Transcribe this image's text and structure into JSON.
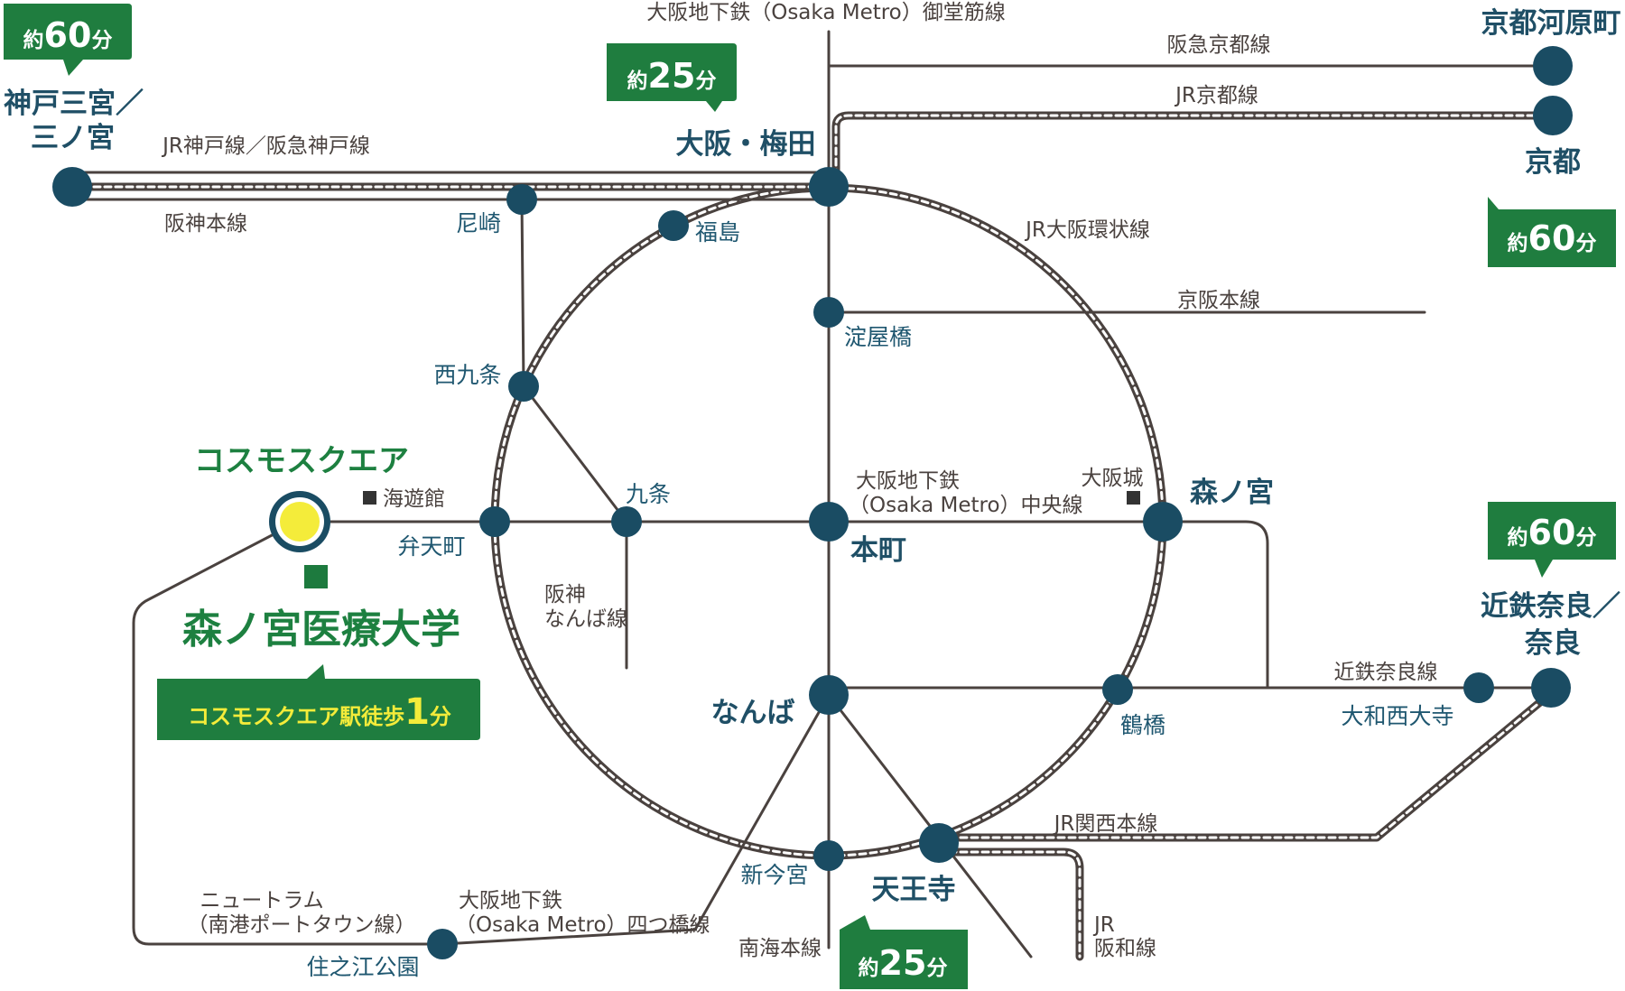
{
  "colors": {
    "line": "#4a423f",
    "station": "#1a4c63",
    "green": "#1d7a3e",
    "badge": "#1f7d3f",
    "highlight": "#f4ec3a"
  },
  "lines": {
    "midosuji": "大阪地下鉄（Osaka Metro）御堂筋線",
    "hankyu_kyoto": "阪急京都線",
    "jr_kyoto": "JR京都線",
    "jr_kobe_hankyu_kobe": "JR神戸線／阪急神戸線",
    "hanshin_main": "阪神本線",
    "jr_loop": "JR大阪環状線",
    "keihan": "京阪本線",
    "chuo_1": "大阪地下鉄",
    "chuo_2": "（Osaka Metro）中央線",
    "hanshin_namba_1": "阪神",
    "hanshin_namba_2": "なんば線",
    "kintetsu_nara": "近鉄奈良線",
    "jr_kansai": "JR関西本線",
    "newtram_1": "ニュートラム",
    "newtram_2": "（南港ポートタウン線）",
    "yotsubashi_1": "大阪地下鉄",
    "yotsubashi_2": "（Osaka Metro）四つ橋線",
    "nankai": "南海本線",
    "jr_hanwa_1": "JR",
    "jr_hanwa_2": "阪和線"
  },
  "stations": {
    "kobe_1": "神戸三宮／",
    "kobe_2": "三ノ宮",
    "umeda": "大阪・梅田",
    "kyoto_kawaramachi": "京都河原町",
    "kyoto": "京都",
    "amagasaki": "尼崎",
    "fukushima": "福島",
    "yodoyabashi": "淀屋橋",
    "nishikujo": "西九条",
    "kujo": "九条",
    "bentencho": "弁天町",
    "honmachi": "本町",
    "morinomiya": "森ノ宮",
    "namba": "なんば",
    "tsuruhashi": "鶴橋",
    "yamato_saidaiji": "大和西大寺",
    "nara_1": "近鉄奈良／",
    "nara_2": "奈良",
    "shinimamiya": "新今宮",
    "tennoji": "天王寺",
    "suminoe": "住之江公園"
  },
  "landmarks": {
    "kaiyukan": "海遊館",
    "osakajo": "大阪城"
  },
  "destination": {
    "station": "コスモスクエア",
    "school": "森ノ宮医療大学",
    "walk_text": "コスモスクエア駅徒歩",
    "walk_minutes": "1",
    "walk_unit": "分"
  },
  "badges": {
    "kobe": {
      "prefix": "約",
      "minutes": "60",
      "unit": "分"
    },
    "umeda": {
      "prefix": "約",
      "minutes": "25",
      "unit": "分"
    },
    "kyoto": {
      "prefix": "約",
      "minutes": "60",
      "unit": "分"
    },
    "nara": {
      "prefix": "約",
      "minutes": "60",
      "unit": "分"
    },
    "tennoji": {
      "prefix": "約",
      "minutes": "25",
      "unit": "分"
    }
  }
}
